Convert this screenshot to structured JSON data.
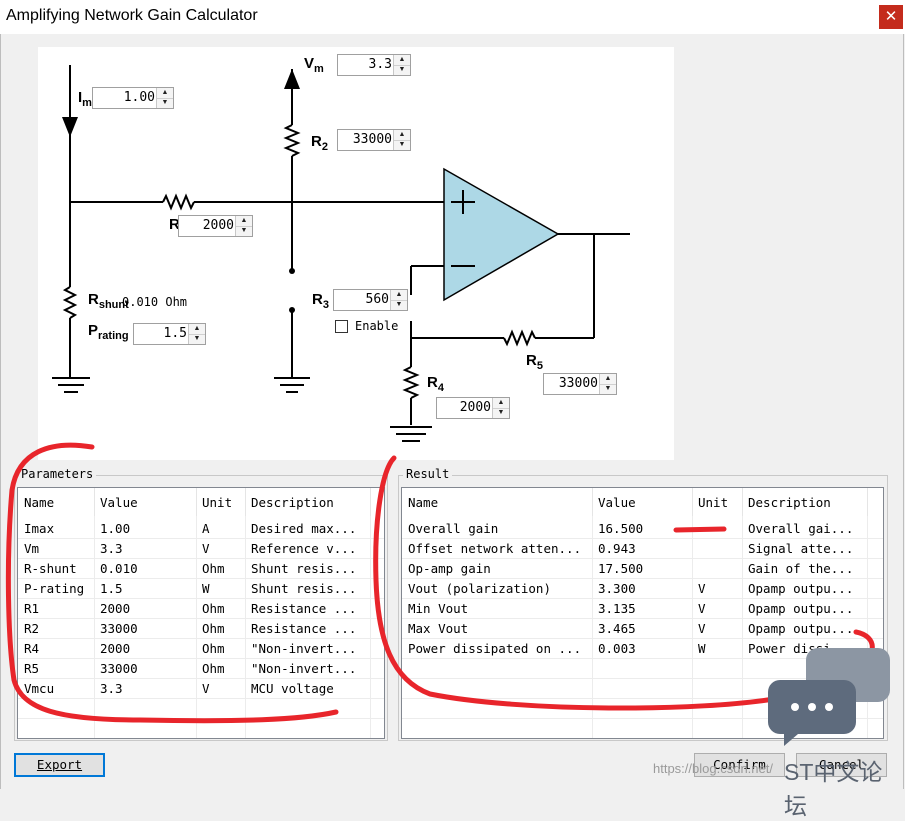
{
  "window": {
    "title": "Amplifying Network Gain Calculator",
    "close_glyph": "✕"
  },
  "circuit": {
    "labels": {
      "im": "I",
      "im_sub": "m",
      "vm": "V",
      "vm_sub": "m",
      "r2": "R",
      "r2_sub": "2",
      "r": "R",
      "rshunt": "R",
      "rshunt_sub": "shunt",
      "prating": "P",
      "prating_sub": "rating",
      "r3": "R",
      "r3_sub": "3",
      "r4": "R",
      "r4_sub": "4",
      "r5": "R",
      "r5_sub": "5"
    },
    "fields": {
      "im": "1.00",
      "vm": "3.3",
      "r2": "33000",
      "r": "2000",
      "prating": "1.5",
      "r3": "560",
      "r4": "2000",
      "r5": "33000"
    },
    "rshunt_value": "0.010 Ohm",
    "enable_label": "Enable",
    "enable_checked": false,
    "opamp_color": "#add8e6"
  },
  "parameters": {
    "title": "Parameters",
    "columns": [
      "Name",
      "Value",
      "Unit",
      "Description"
    ],
    "rows": [
      [
        "Imax",
        "1.00",
        "A",
        "Desired max..."
      ],
      [
        "Vm",
        "3.3",
        "V",
        "Reference v..."
      ],
      [
        "R-shunt",
        "0.010",
        "Ohm",
        "Shunt resis..."
      ],
      [
        "P-rating",
        "1.5",
        "W",
        "Shunt resis..."
      ],
      [
        "R1",
        "2000",
        "Ohm",
        "Resistance ..."
      ],
      [
        "R2",
        "33000",
        "Ohm",
        "Resistance ..."
      ],
      [
        "R4",
        "2000",
        "Ohm",
        "\"Non-invert..."
      ],
      [
        "R5",
        "33000",
        "Ohm",
        "\"Non-invert..."
      ],
      [
        "Vmcu",
        "3.3",
        "V",
        "MCU voltage"
      ]
    ]
  },
  "result": {
    "title": "Result",
    "columns": [
      "Name",
      "Value",
      "Unit",
      "Description"
    ],
    "rows": [
      [
        "Overall gain",
        "16.500",
        "",
        "Overall gai..."
      ],
      [
        "Offset network atten...",
        "0.943",
        "",
        "Signal atte..."
      ],
      [
        "Op-amp gain",
        "17.500",
        "",
        "Gain of the..."
      ],
      [
        "Vout (polarization)",
        "3.300",
        "V",
        "Opamp outpu..."
      ],
      [
        "Min Vout",
        "3.135",
        "V",
        "Opamp outpu..."
      ],
      [
        "Max Vout",
        "3.465",
        "V",
        "Opamp outpu..."
      ],
      [
        "Power dissipated on ...",
        "0.003",
        "W",
        "Power dissi..."
      ]
    ]
  },
  "buttons": {
    "export": "Export",
    "confirm": "Confirm",
    "cancel": "Cancel"
  },
  "watermark": {
    "url": "https://blog.csdn.net/",
    "brand": "ST中文论坛"
  },
  "colors": {
    "annotation": "#e8252b",
    "accent": "#0078d7"
  }
}
